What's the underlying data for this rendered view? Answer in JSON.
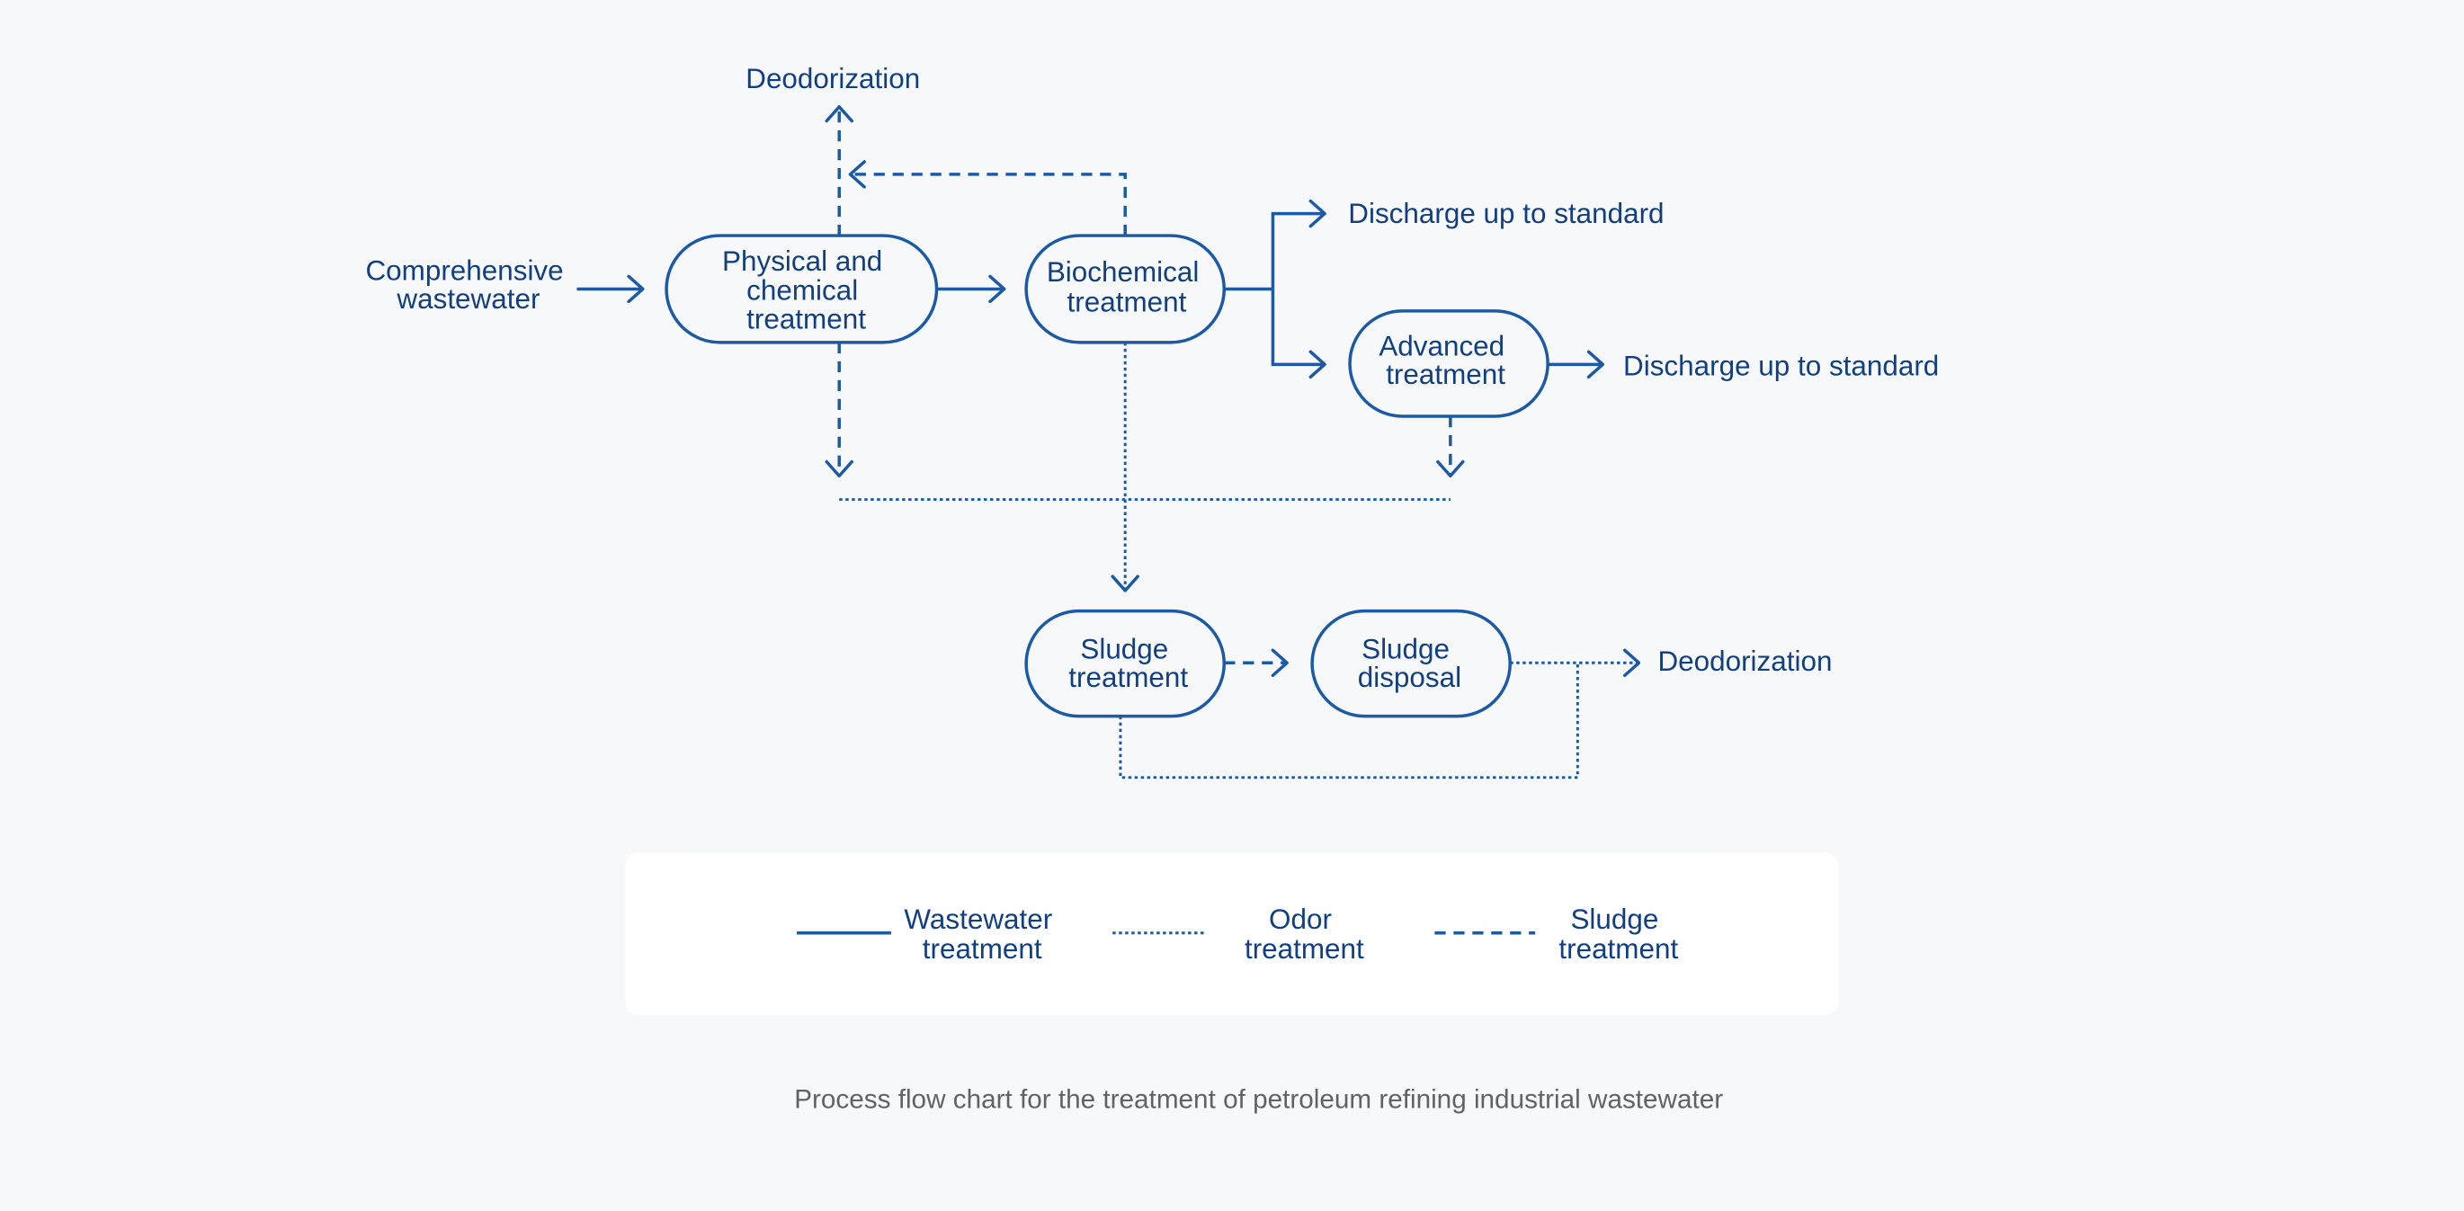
{
  "colors": {
    "line": "#1c5aa5",
    "text": "#123f7f",
    "caption": "#5f6368",
    "background": "#f7f8f9",
    "legend_background": "#ffffff"
  },
  "nodes": {
    "input": {
      "lines": [
        "Comprehensive",
        "wastewater"
      ]
    },
    "physical_chemical": {
      "lines": [
        "Physical and",
        "chemical",
        "treatment"
      ]
    },
    "biochemical": {
      "lines": [
        "Biochemical",
        "treatment"
      ]
    },
    "advanced": {
      "lines": [
        "Advanced",
        "treatment"
      ]
    },
    "sludge_treatment": {
      "lines": [
        "Sludge",
        "treatment"
      ]
    },
    "sludge_disposal": {
      "lines": [
        "Sludge",
        "disposal"
      ]
    }
  },
  "outputs": {
    "deodorization_top": "Deodorization",
    "discharge_1": "Discharge up to standard",
    "discharge_2": "Discharge up to standard",
    "deodorization_right": "Deodorization"
  },
  "legend": {
    "items": [
      {
        "lines": [
          "Wastewater",
          "treatment"
        ]
      },
      {
        "lines": [
          "Odor",
          "treatment"
        ]
      },
      {
        "lines": [
          "Sludge",
          "treatment"
        ]
      }
    ]
  },
  "caption": "Process flow chart for the treatment of petroleum refining industrial wastewater"
}
